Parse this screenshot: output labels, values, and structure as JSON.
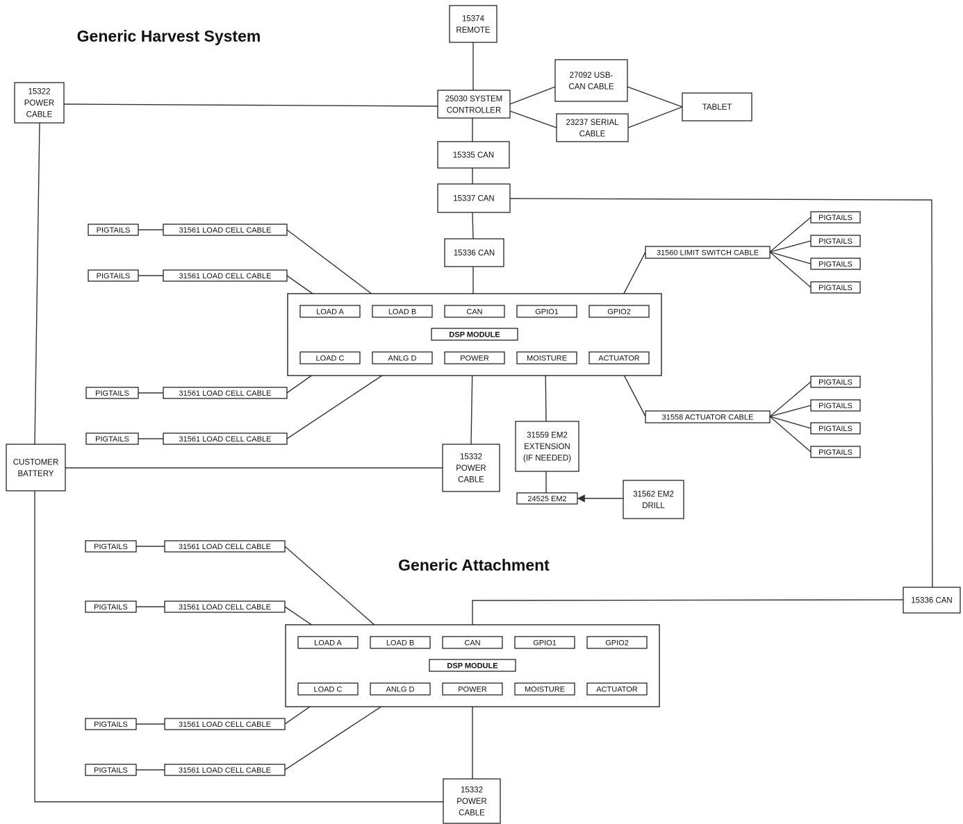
{
  "titles": {
    "main": "Generic Harvest System",
    "attachment": "Generic Attachment"
  },
  "nodes": {
    "remote": [
      "15374",
      "REMOTE"
    ],
    "controller": [
      "25030 SYSTEM",
      "CONTROLLER"
    ],
    "usb_can_cable": [
      "27092 USB-",
      "CAN CABLE"
    ],
    "serial_cable": [
      "23237 SERIAL",
      "CABLE"
    ],
    "tablet": [
      "TABLET"
    ],
    "power_cable_top": [
      "15322",
      "POWER",
      "CABLE"
    ],
    "can_15335": [
      "15335 CAN"
    ],
    "can_15337": [
      "15337 CAN"
    ],
    "can_15336_top": [
      "15336 CAN"
    ],
    "can_15336_right": [
      "15336 CAN"
    ],
    "customer_battery": [
      "CUSTOMER",
      "BATTERY"
    ],
    "power_cable_mid": [
      "15332",
      "POWER",
      "CABLE"
    ],
    "power_cable_bottom": [
      "15332",
      "POWER",
      "CABLE"
    ],
    "em2_extension": [
      "31559 EM2",
      "EXTENSION",
      "(IF NEEDED)"
    ],
    "em2": [
      "24525 EM2"
    ],
    "em2_drill": [
      "31562 EM2",
      "DRILL"
    ],
    "limit_switch_cable": [
      "31560 LIMIT SWITCH CABLE"
    ],
    "actuator_cable": [
      "31558 ACTUATOR CABLE"
    ],
    "load_cell_cable": [
      "31561 LOAD CELL CABLE"
    ],
    "pigtails": [
      "PIGTAILS"
    ]
  },
  "dsp_module": {
    "label": "DSP MODULE",
    "top_ports": [
      "LOAD A",
      "LOAD B",
      "CAN",
      "GPIO1",
      "GPIO2"
    ],
    "bottom_ports": [
      "LOAD C",
      "ANLG D",
      "POWER",
      "MOISTURE",
      "ACTUATOR"
    ]
  },
  "style": {
    "line_color": "#333333",
    "box_border": "#222222",
    "text_color": "#111111"
  }
}
